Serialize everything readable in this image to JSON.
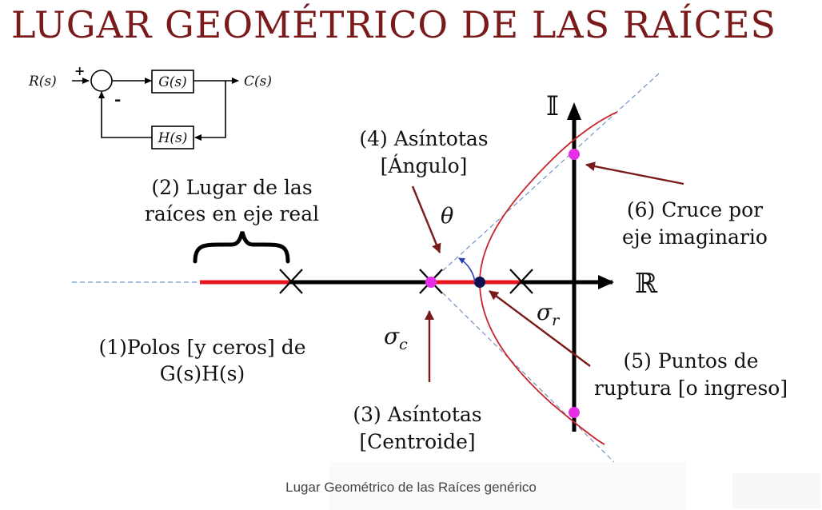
{
  "title": "LUGAR GEOMÉTRICO DE LAS RAÍCES",
  "caption": "Lugar Geométrico de las Raíces genérico",
  "colors": {
    "title": "#7a1a1a",
    "real_axis_locus": "#e8141e",
    "root_locus_curve": "#c7242b",
    "asymptote": "#6f93c2",
    "arrow": "#7a1a1a",
    "marker_magenta": "#e62ee6",
    "marker_breakpoint": "#0f1050"
  },
  "block_diagram": {
    "input": "R(s)",
    "plus_sign": "+",
    "minus_sign": "-",
    "forward_block": "G(s)",
    "feedback_block": "H(s)",
    "output": "C(s)"
  },
  "axes": {
    "real_label": "ℝ",
    "imag_label": "𝕀"
  },
  "symbols": {
    "theta": "θ",
    "sigma_c": "σ",
    "sigma_c_sub": "c",
    "sigma_r": "σ",
    "sigma_r_sub": "r"
  },
  "labels": {
    "poles": [
      "(1)Polos [y ceros] de",
      "G(s)H(s)"
    ],
    "real_locus": [
      "(2) Lugar de las",
      "raíces en eje real"
    ],
    "centroid": [
      "(3) Asíntotas",
      "[Centroide]"
    ],
    "angle": [
      "(4) Asíntotas",
      "[Ángulo]"
    ],
    "breakaway": [
      "(5) Puntos de",
      "ruptura [o ingreso]"
    ],
    "imag_crossing": [
      "(6) Cruce por",
      "eje imaginario"
    ]
  }
}
